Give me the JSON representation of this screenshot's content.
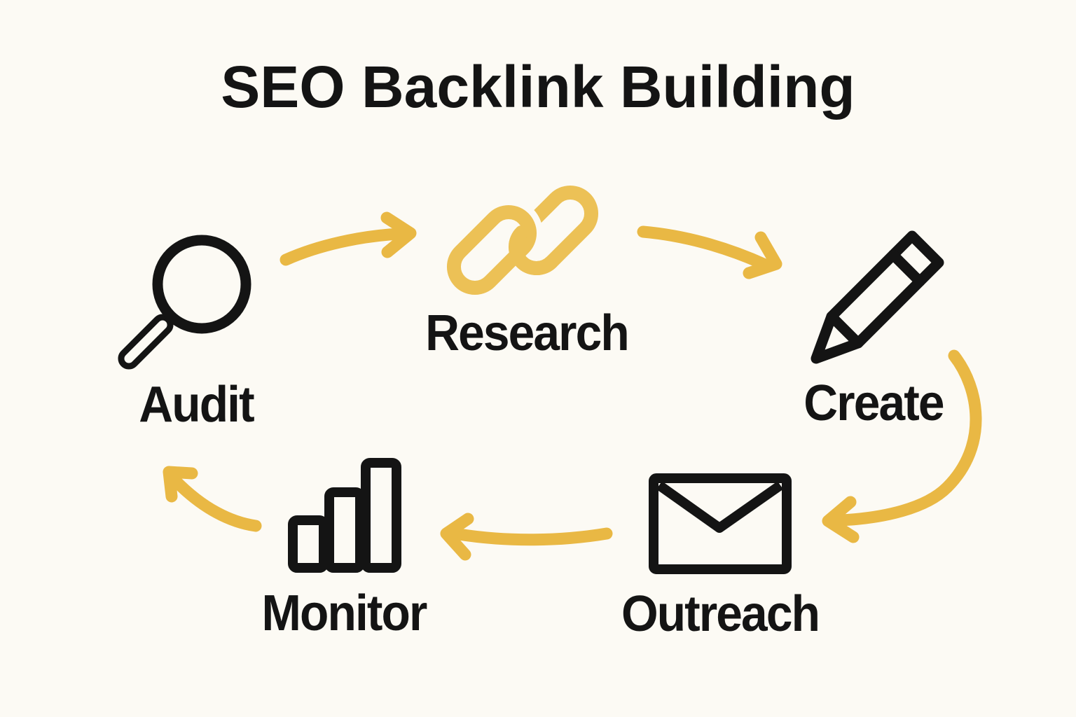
{
  "title": "SEO Backlink Building",
  "diagram_type": "cycle",
  "steps": [
    {
      "label": "Audit",
      "icon": "magnifying-glass-icon"
    },
    {
      "label": "Research",
      "icon": "chain-link-icon"
    },
    {
      "label": "Create",
      "icon": "pencil-icon"
    },
    {
      "label": "Outreach",
      "icon": "envelope-icon"
    },
    {
      "label": "Monitor",
      "icon": "bar-chart-icon"
    }
  ],
  "cycle_order": [
    "Audit",
    "Research",
    "Create",
    "Outreach",
    "Monitor"
  ],
  "colors": {
    "background": "#FCFAF4",
    "ink": "#141414",
    "arrow_yellow": "#E9B844",
    "chain_yellow": "#ECC156"
  }
}
